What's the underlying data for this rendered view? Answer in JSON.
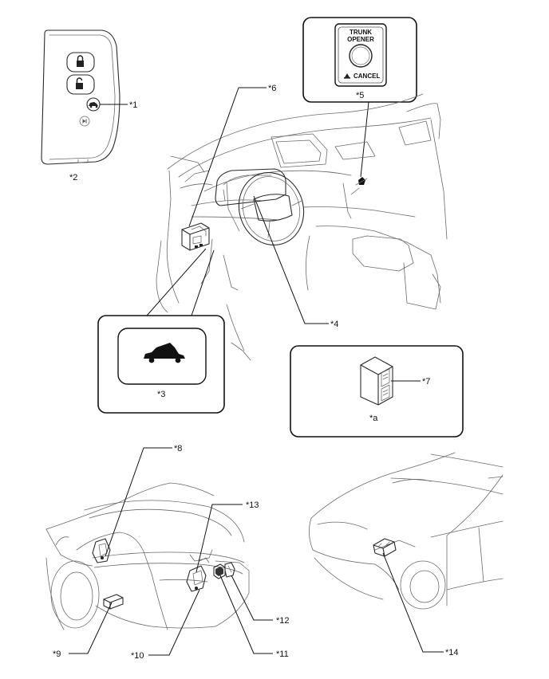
{
  "callouts": {
    "c1": "*1",
    "c2": "*2",
    "c3": "*3",
    "c4": "*4",
    "c5": "*5",
    "c6": "*6",
    "c7": "*7",
    "c8": "*8",
    "c9": "*9",
    "c10": "*10",
    "c11": "*11",
    "c12": "*12",
    "c13": "*13",
    "c14": "*14",
    "ca": "*a"
  },
  "trunk_switch": {
    "line1": "TRUNK",
    "line2": "OPENER",
    "cancel": "CANCEL"
  },
  "icons": {
    "key_lock": "lock-icon",
    "key_unlock": "unlock-icon",
    "key_trunk": "trunk-icon",
    "key_panic": "panic-icon",
    "opener_switch": "car-trunk-open-icon"
  }
}
